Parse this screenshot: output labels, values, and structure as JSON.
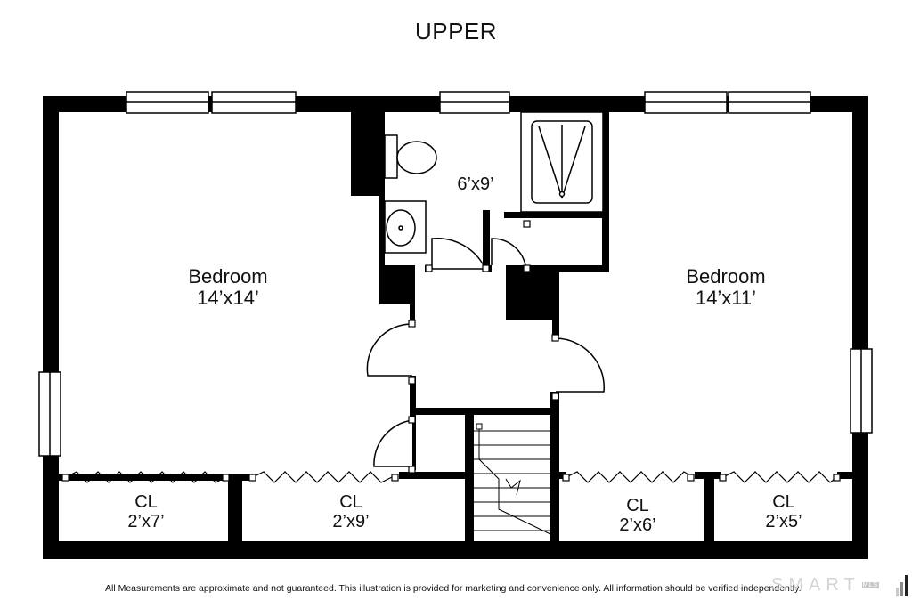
{
  "title": "UPPER",
  "rooms": [
    {
      "name": "Bedroom",
      "size": "14’x14’"
    },
    {
      "name": "Bedroom",
      "size": "14’x11’"
    },
    {
      "size": "6’x9’"
    }
  ],
  "closets": [
    {
      "name": "CL",
      "size": "2’x7’"
    },
    {
      "name": "CL",
      "size": "2’x9’"
    },
    {
      "name": "CL",
      "size": "2’x6’"
    },
    {
      "name": "CL",
      "size": "2’x5’"
    }
  ],
  "disclaimer": "All Measurements are approximate and not guaranteed.  This illustration is provided for marketing and convenience only.  All information should be verified independently.",
  "brand": {
    "text": "SMART",
    "sub": "MLS"
  }
}
